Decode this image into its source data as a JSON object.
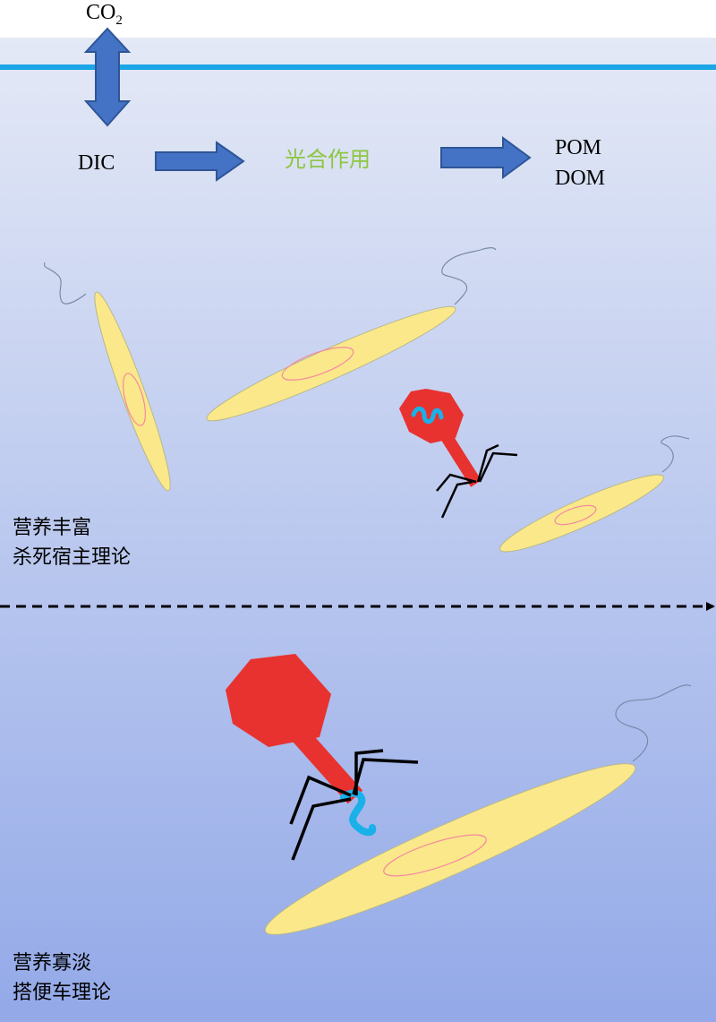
{
  "top_flow": {
    "co2": {
      "base": "CO",
      "sub": "2"
    },
    "dic": "DIC",
    "photosynthesis": "光合作用",
    "pom": "POM",
    "dom": "DOM"
  },
  "upper_panel": {
    "line1": "营养丰富",
    "line2": "杀死宿主理论"
  },
  "lower_panel": {
    "line1": "营养寡淡",
    "line2": "搭便车理论"
  },
  "colors": {
    "water_top": "#e4e9f6",
    "water_bottom": "#93a9e8",
    "surface_line": "#1aa6e6",
    "arrow_fill": "#4472c4",
    "arrow_stroke": "#2f5597",
    "cell_fill": "#fae88b",
    "cell_stroke": "#b8b88a",
    "nucleus_stroke": "#f48aa0",
    "phage_red": "#e8322f",
    "dna_blue": "#1ab0e8",
    "flagellum": "#7a8aa8",
    "photosynthesis_text": "#8dc63f"
  }
}
